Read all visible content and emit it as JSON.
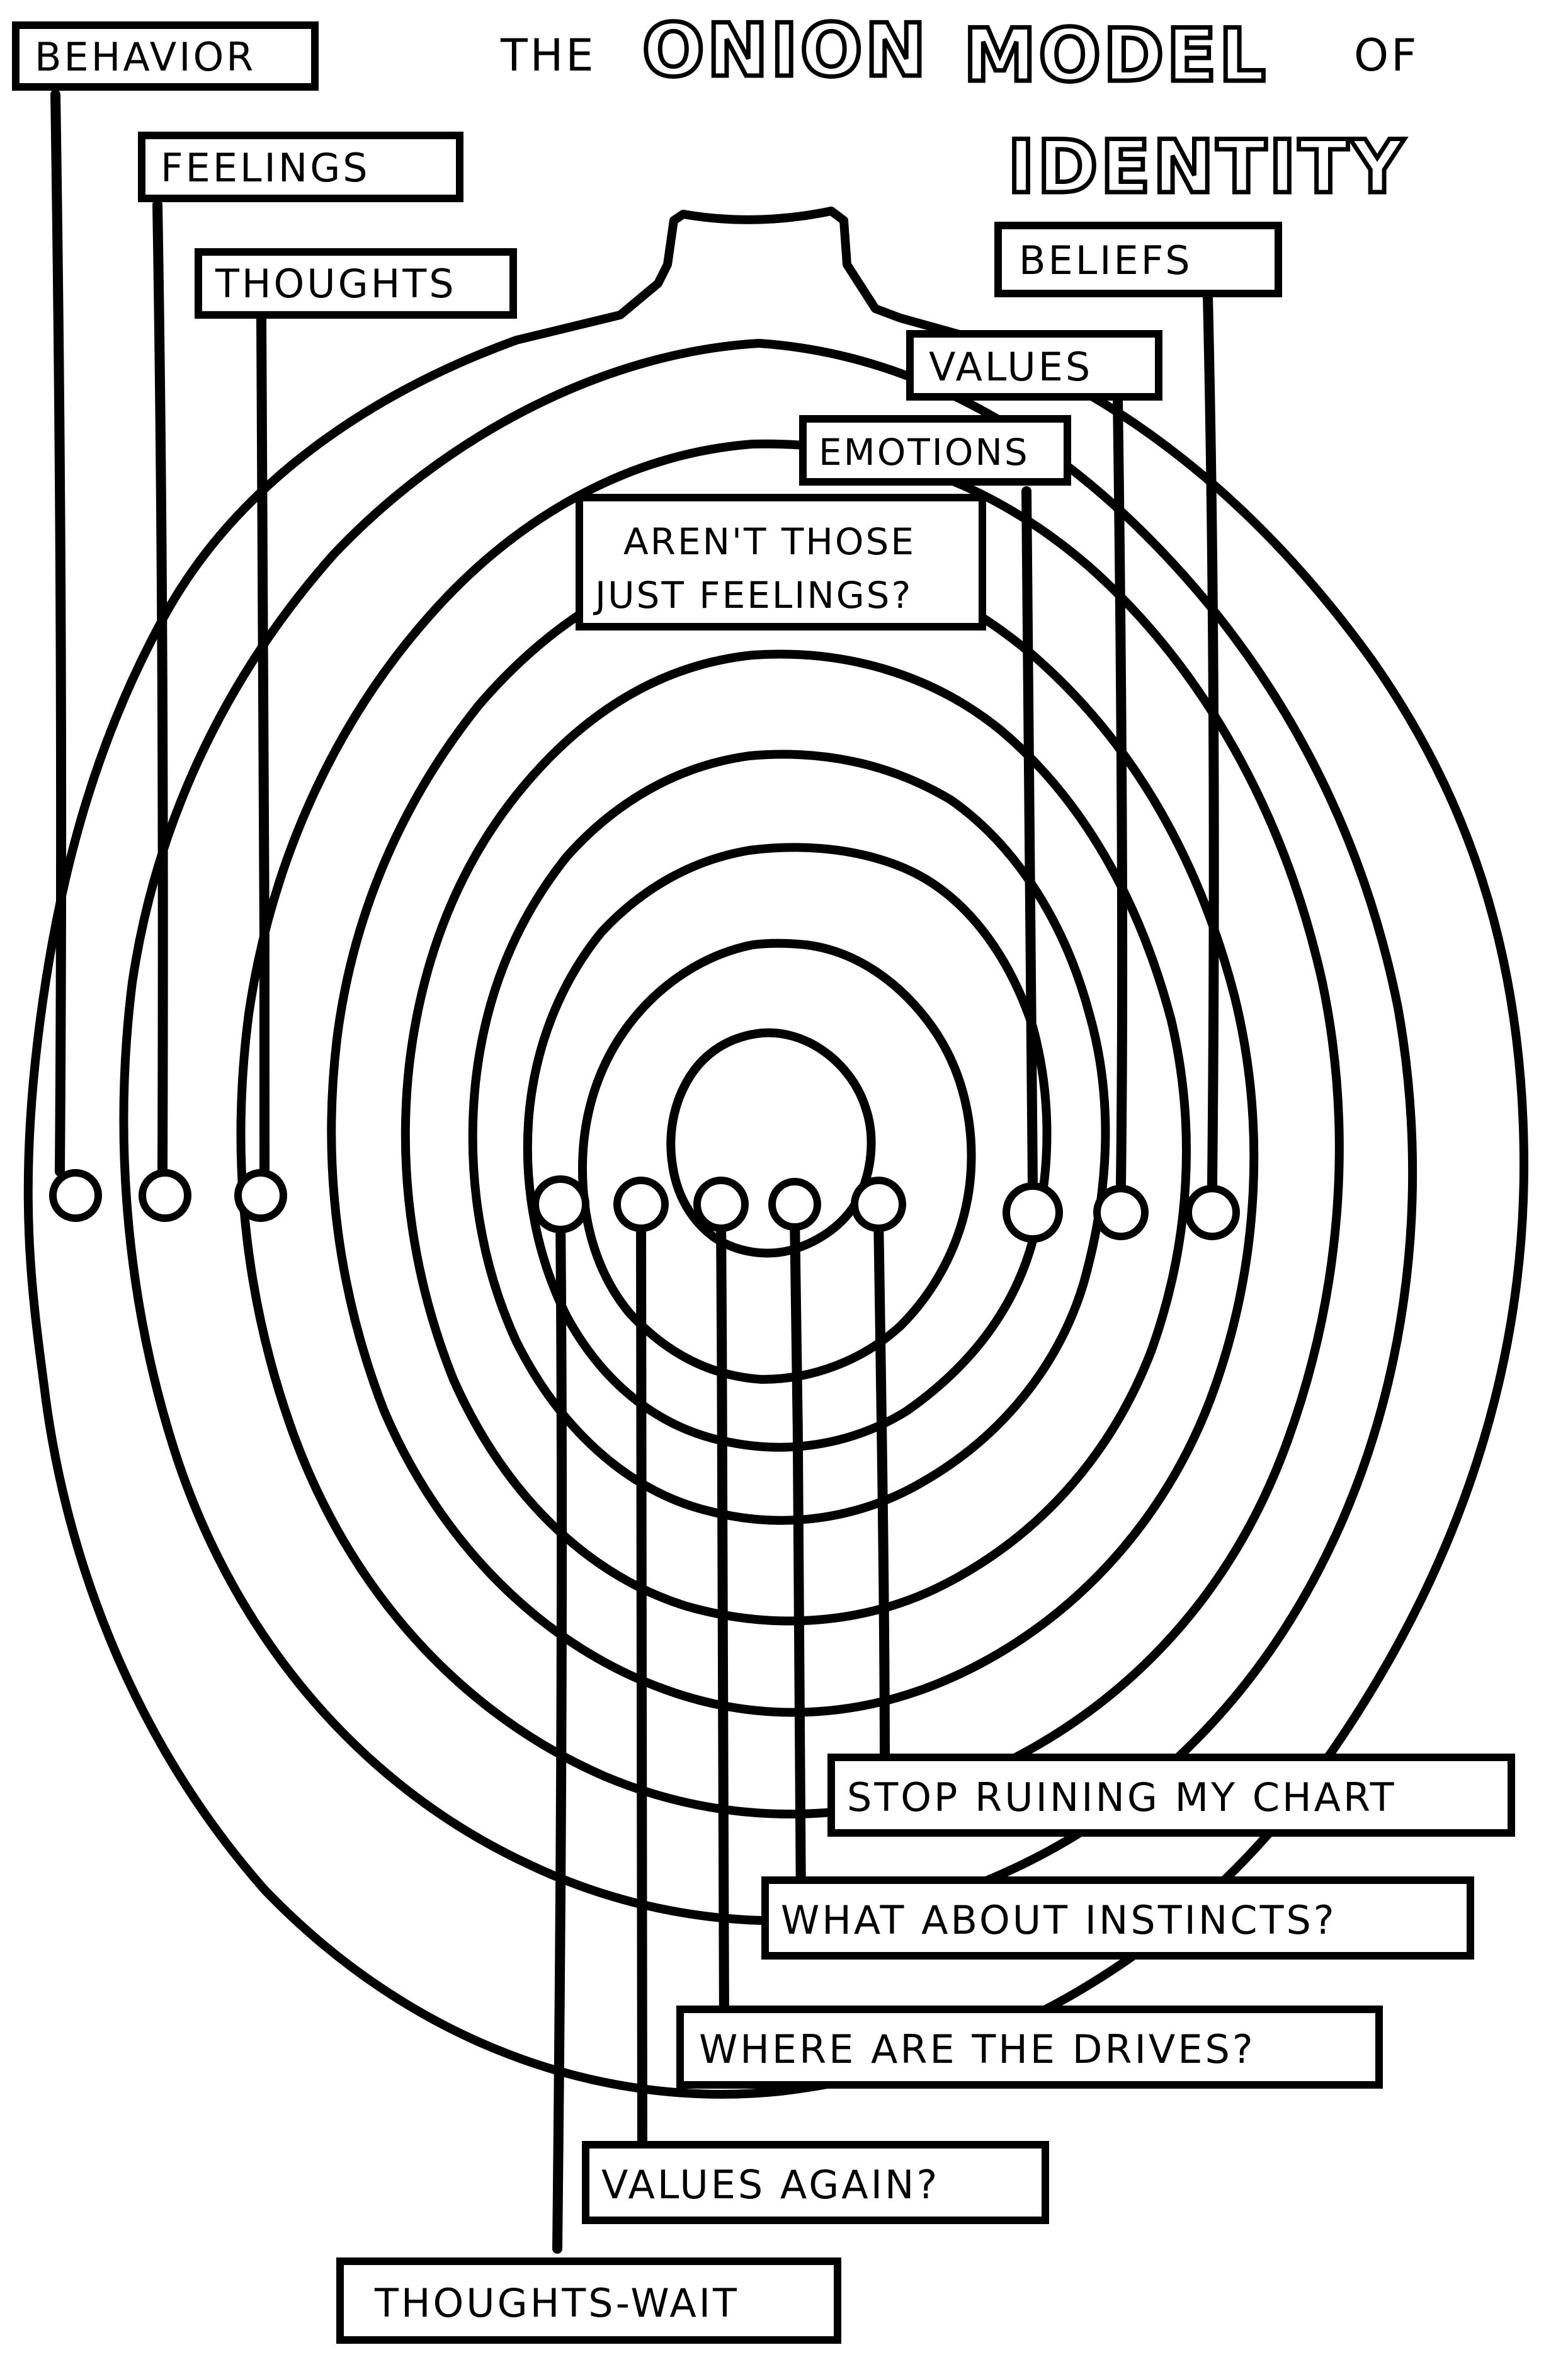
{
  "title": {
    "part1": "THE",
    "part2": "ONION",
    "part3": "MODEL",
    "part4": "OF",
    "part5": "IDENTITY"
  },
  "left_labels": {
    "behavior": "BEHAVIOR",
    "feelings": "FEELINGS",
    "thoughts": "THOUGHTS"
  },
  "right_labels": {
    "beliefs": "BELIEFS",
    "values": "VALUES",
    "emotions": "EMOTIONS",
    "arent_line1": "AREN'T THOSE",
    "arent_line2": "JUST FEELINGS?"
  },
  "bottom_labels": {
    "stop": "STOP RUINING MY CHART",
    "instincts": "WHAT ABOUT INSTINCTS?",
    "drives": "WHERE ARE THE DRIVES?",
    "values_again": "VALUES AGAIN?",
    "thoughts_wait": "THOUGHTS-WAIT"
  }
}
